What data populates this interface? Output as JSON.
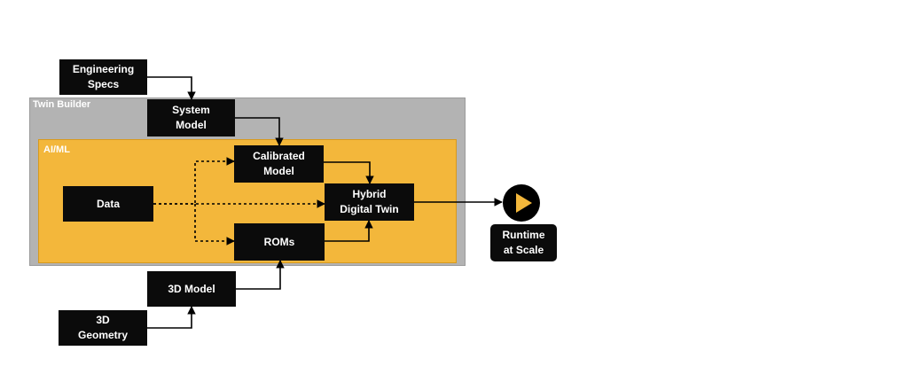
{
  "regions": {
    "twin_builder": {
      "label": "Twin Builder"
    },
    "ai_ml": {
      "label": "AI/ML"
    }
  },
  "nodes": {
    "engineering_specs": "Engineering\nSpecs",
    "system_model": "System\nModel",
    "calibrated_model": "Calibrated\nModel",
    "data": "Data",
    "hybrid_digital_twin": "Hybrid\nDigital Twin",
    "roms": "ROMs",
    "model_3d": "3D Model",
    "geometry_3d": "3D\nGeometry",
    "runtime_at_scale": "Runtime\nat Scale"
  },
  "icons": {
    "play": "play-icon"
  },
  "colors": {
    "twin_builder_bg": "#b3b3b3",
    "ai_ml_bg": "#f3b73b",
    "node_bg": "#0b0b0b",
    "node_text": "#ffffff",
    "play_accent": "#f3b73b"
  }
}
